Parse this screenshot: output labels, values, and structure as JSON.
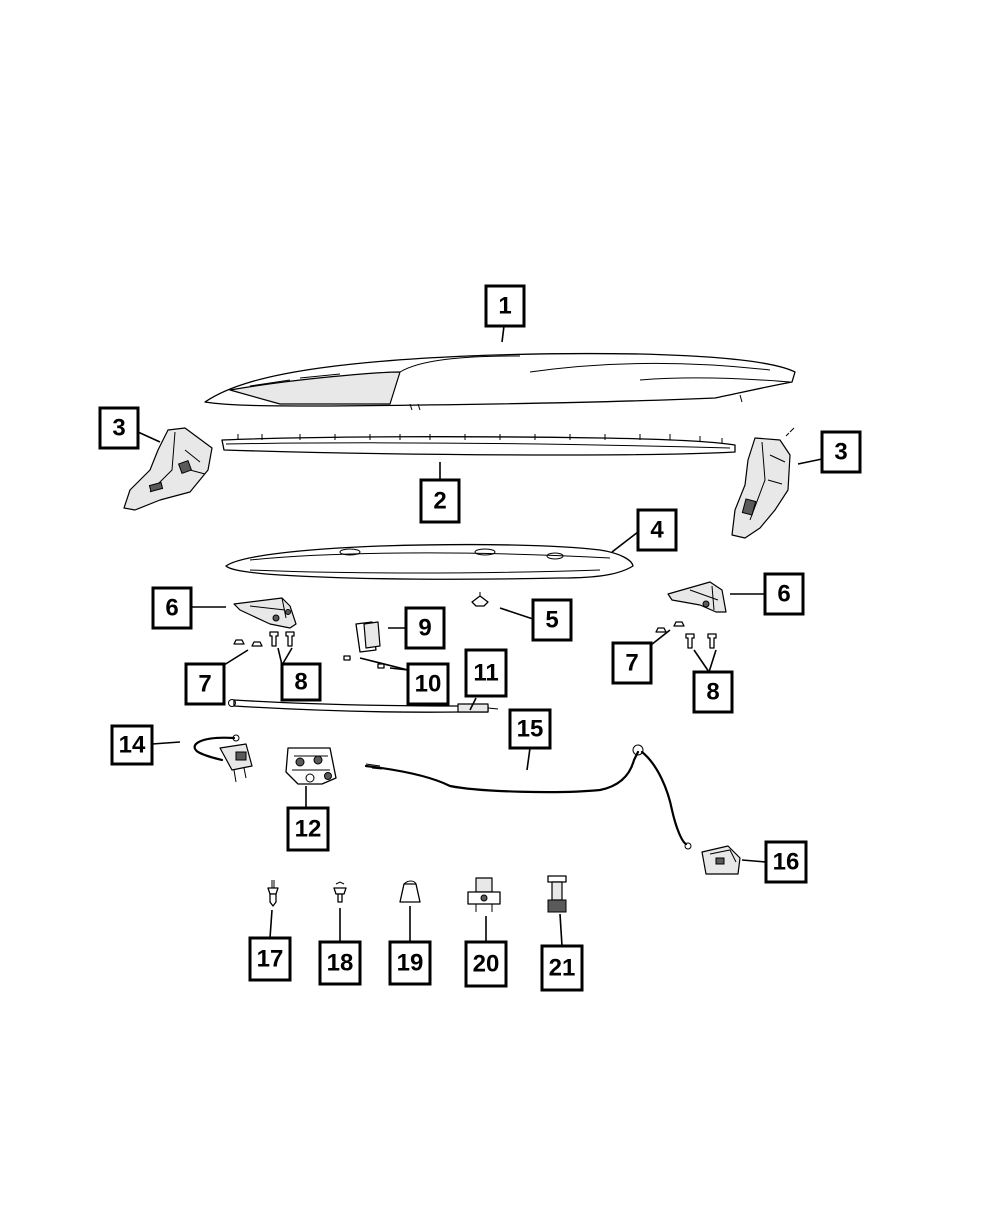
{
  "callouts": [
    {
      "id": "c1",
      "label": "1"
    },
    {
      "id": "c2",
      "label": "2"
    },
    {
      "id": "c3a",
      "label": "3"
    },
    {
      "id": "c3b",
      "label": "3"
    },
    {
      "id": "c4",
      "label": "4"
    },
    {
      "id": "c5",
      "label": "5"
    },
    {
      "id": "c6a",
      "label": "6"
    },
    {
      "id": "c6b",
      "label": "6"
    },
    {
      "id": "c7a",
      "label": "7"
    },
    {
      "id": "c7b",
      "label": "7"
    },
    {
      "id": "c8a",
      "label": "8"
    },
    {
      "id": "c8b",
      "label": "8"
    },
    {
      "id": "c9",
      "label": "9"
    },
    {
      "id": "c10",
      "label": "10"
    },
    {
      "id": "c11",
      "label": "11"
    },
    {
      "id": "c12",
      "label": "12"
    },
    {
      "id": "c14",
      "label": "14"
    },
    {
      "id": "c15",
      "label": "15"
    },
    {
      "id": "c16",
      "label": "16"
    },
    {
      "id": "c17",
      "label": "17"
    },
    {
      "id": "c18",
      "label": "18"
    },
    {
      "id": "c19",
      "label": "19"
    },
    {
      "id": "c20",
      "label": "20"
    },
    {
      "id": "c21",
      "label": "21"
    }
  ]
}
